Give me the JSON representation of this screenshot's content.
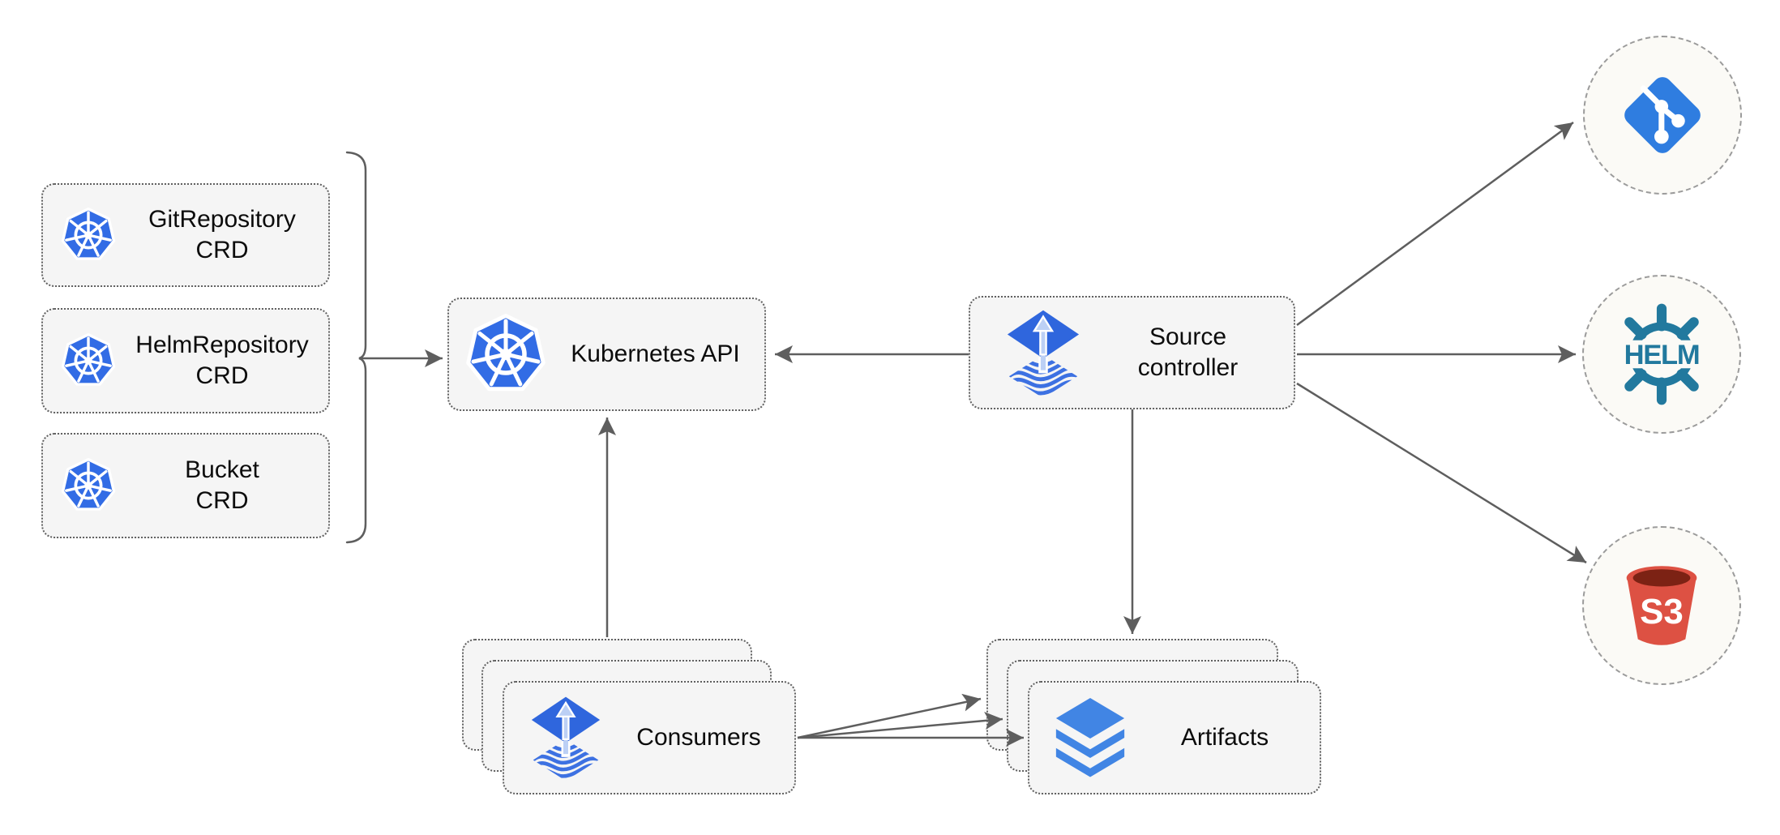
{
  "diagram": {
    "crd_boxes": [
      {
        "label": "GitRepository\nCRD",
        "icon": "kubernetes-icon"
      },
      {
        "label": "HelmRepository\nCRD",
        "icon": "kubernetes-icon"
      },
      {
        "label": "Bucket\nCRD",
        "icon": "kubernetes-icon"
      }
    ],
    "kubernetes_api": {
      "label": "Kubernetes API",
      "icon": "kubernetes-icon"
    },
    "source_controller": {
      "label": "Source\ncontroller",
      "icon": "flux-icon"
    },
    "consumers": {
      "label": "Consumers",
      "icon": "flux-icon",
      "stack_count": 3
    },
    "artifacts": {
      "label": "Artifacts",
      "icon": "layers-icon",
      "stack_count": 3
    },
    "external_sources": [
      {
        "name": "git",
        "icon": "git-icon",
        "text": ""
      },
      {
        "name": "helm",
        "icon": "helm-icon",
        "text": "HELM"
      },
      {
        "name": "s3",
        "icon": "s3-bucket-icon",
        "text": "S3"
      }
    ],
    "edges": [
      {
        "from": "crd-group-bracket",
        "to": "kubernetes-api"
      },
      {
        "from": "source-controller",
        "to": "kubernetes-api"
      },
      {
        "from": "consumers",
        "to": "kubernetes-api"
      },
      {
        "from": "source-controller",
        "to": "git-circle"
      },
      {
        "from": "source-controller",
        "to": "helm-circle"
      },
      {
        "from": "source-controller",
        "to": "s3-circle"
      },
      {
        "from": "source-controller",
        "to": "artifacts"
      },
      {
        "from": "consumers",
        "to": "artifacts",
        "count": 3
      }
    ],
    "colors": {
      "kubernetes_blue": "#326ce5",
      "flux_blue": "#2f66dd",
      "git_blue": "#2f7de0",
      "helm_teal": "#22799e",
      "s3_red": "#dd5143",
      "s3_dark": "#7c2214",
      "layers_blue": "#4185e4",
      "arrow_gray": "#5e5e5e",
      "node_fill": "#f5f5f5",
      "node_border": "#606060",
      "circle_fill": "#fbfaf6",
      "circle_border": "#9b9b9b"
    }
  }
}
